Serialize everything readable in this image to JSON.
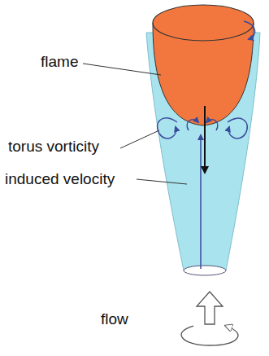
{
  "diagram": {
    "labels": [
      "flame",
      "torus vorticity",
      "induced velocity",
      "flow"
    ]
  }
}
